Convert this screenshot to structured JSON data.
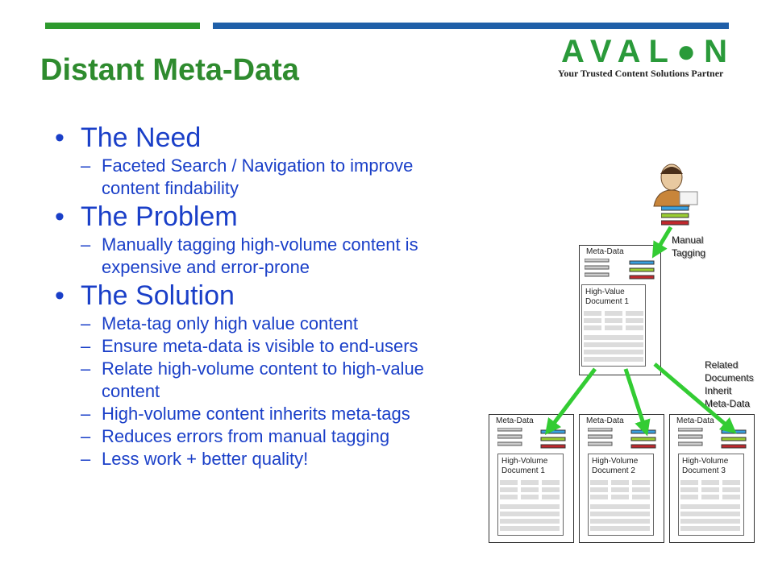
{
  "slide": {
    "title": "Distant Meta-Data",
    "logo": {
      "word": "AVAL●N",
      "tagline": "Your Trusted Content Solutions Partner"
    },
    "bullets": [
      {
        "heading": "The Need",
        "items": [
          [
            "Faceted Search / Navigation to improve",
            "content findability"
          ]
        ]
      },
      {
        "heading": "The Problem",
        "items": [
          [
            "Manually tagging high-volume content is",
            "expensive and error-prone"
          ]
        ]
      },
      {
        "heading": "The Solution",
        "items": [
          [
            "Meta-tag only high value content"
          ],
          [
            "Ensure meta-data is visible to end-users"
          ],
          [
            "Relate high-volume content to high-value",
            "content"
          ],
          [
            "High-volume content inherits meta-tags"
          ],
          [
            "Reduces errors from manual tagging"
          ],
          [
            "Less work + better quality!"
          ]
        ]
      }
    ]
  },
  "diagram": {
    "manual_tagging_label": [
      "Manual",
      "Tagging"
    ],
    "related_label": [
      "Related",
      "Documents",
      "Inherit",
      "Meta-Data"
    ],
    "top_doc": {
      "meta_label": "Meta-Data",
      "doc_label": [
        "High-Value",
        "Document 1"
      ]
    },
    "bottom_docs": [
      {
        "meta_label": "Meta-Data",
        "doc_label": [
          "High-Volume",
          "Document 1"
        ]
      },
      {
        "meta_label": "Meta-Data",
        "doc_label": [
          "High-Volume",
          "Document 2"
        ]
      },
      {
        "meta_label": "Meta-Data",
        "doc_label": [
          "High-Volume",
          "Document 3"
        ]
      }
    ],
    "tag_colors": [
      "#3aa0e0",
      "#9acd32",
      "#c0282d"
    ],
    "arrow_color": "#33cc33"
  }
}
